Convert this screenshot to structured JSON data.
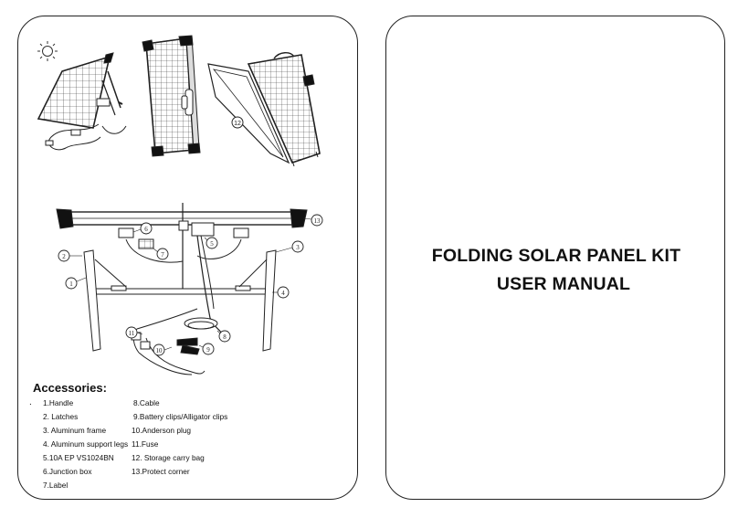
{
  "left_page": {
    "accessories_title": "Accessories:",
    "bullet": ".",
    "accessories": [
      "1.Handle",
      "2. Latches",
      "3. Aluminum frame",
      "4. Aluminum support legs",
      "5.10A EP VS1024BN",
      "6.Junction box",
      "7.Label",
      "8.Cable",
      "9.Battery clips/Alligator clips",
      "10.Anderson plug",
      "11.Fuse",
      "12. Storage carry bag",
      "13.Protect corner"
    ],
    "callouts": [
      "1",
      "2",
      "3",
      "4",
      "5",
      "6",
      "7",
      "8",
      "9",
      "10",
      "11",
      "12",
      "13"
    ]
  },
  "right_page": {
    "title_line_1": "FOLDING SOLAR PANEL KIT",
    "title_line_2": "USER MANUAL"
  },
  "icons": {
    "sun": "sun-icon",
    "panel_on_stand": "panel-on-stand-illustration",
    "folded_panel": "folded-panel-illustration",
    "carry_bag": "carry-bag-illustration",
    "assembly": "panel-assembly-diagram"
  }
}
